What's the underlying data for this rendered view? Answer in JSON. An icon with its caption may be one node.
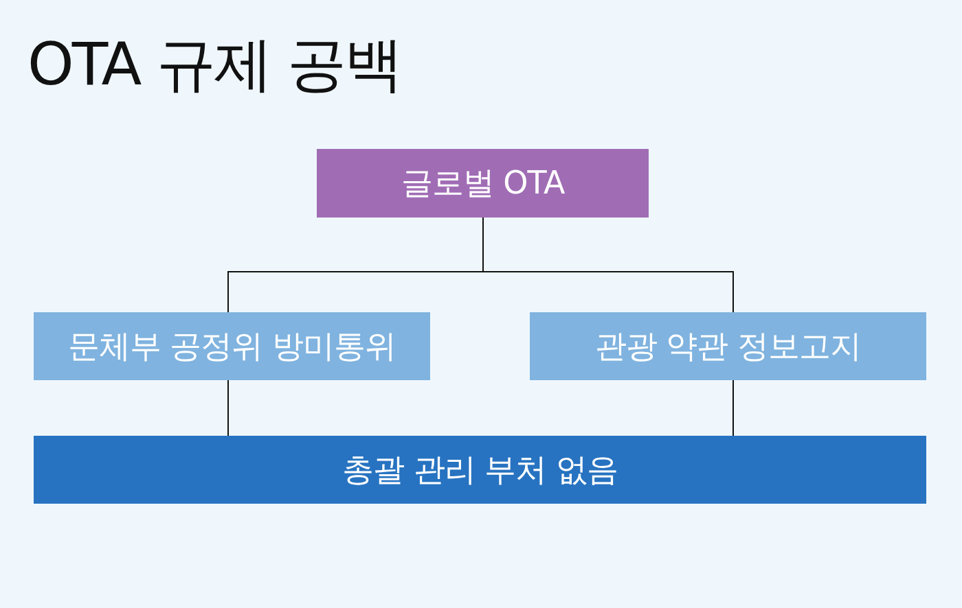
{
  "diagram": {
    "title": "OTA 규제 공백",
    "nodes": [
      {
        "text": [
          "글로벌 OTA"
        ]
      },
      {
        "text": [
          "문체부 공정위 방미통위"
        ]
      },
      {
        "text": [
          "관광 약관 정보고지"
        ]
      },
      {
        "text": [
          "총괄 관리 부처 없음"
        ]
      }
    ],
    "edges": [
      {
        "from": 0,
        "to": 1,
        "arrow": "none"
      },
      {
        "from": 0,
        "to": 2,
        "arrow": "none"
      },
      {
        "from": 1,
        "to": 3,
        "arrow": "none"
      },
      {
        "from": 2,
        "to": 3,
        "arrow": "none"
      }
    ]
  }
}
